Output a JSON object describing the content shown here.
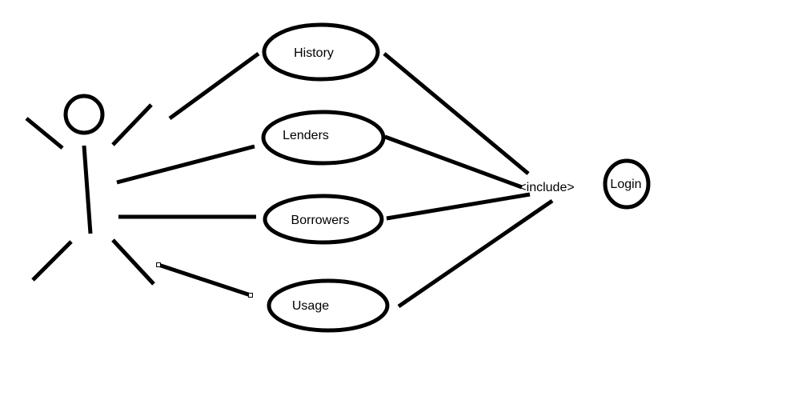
{
  "diagram": {
    "use_cases": {
      "history": "History",
      "lenders": "Lenders",
      "borrowers": "Borrowers",
      "usage": "Usage",
      "login": "Login"
    },
    "relationship_label": "<include>",
    "line_color": "#000000",
    "background": "#ffffff"
  }
}
